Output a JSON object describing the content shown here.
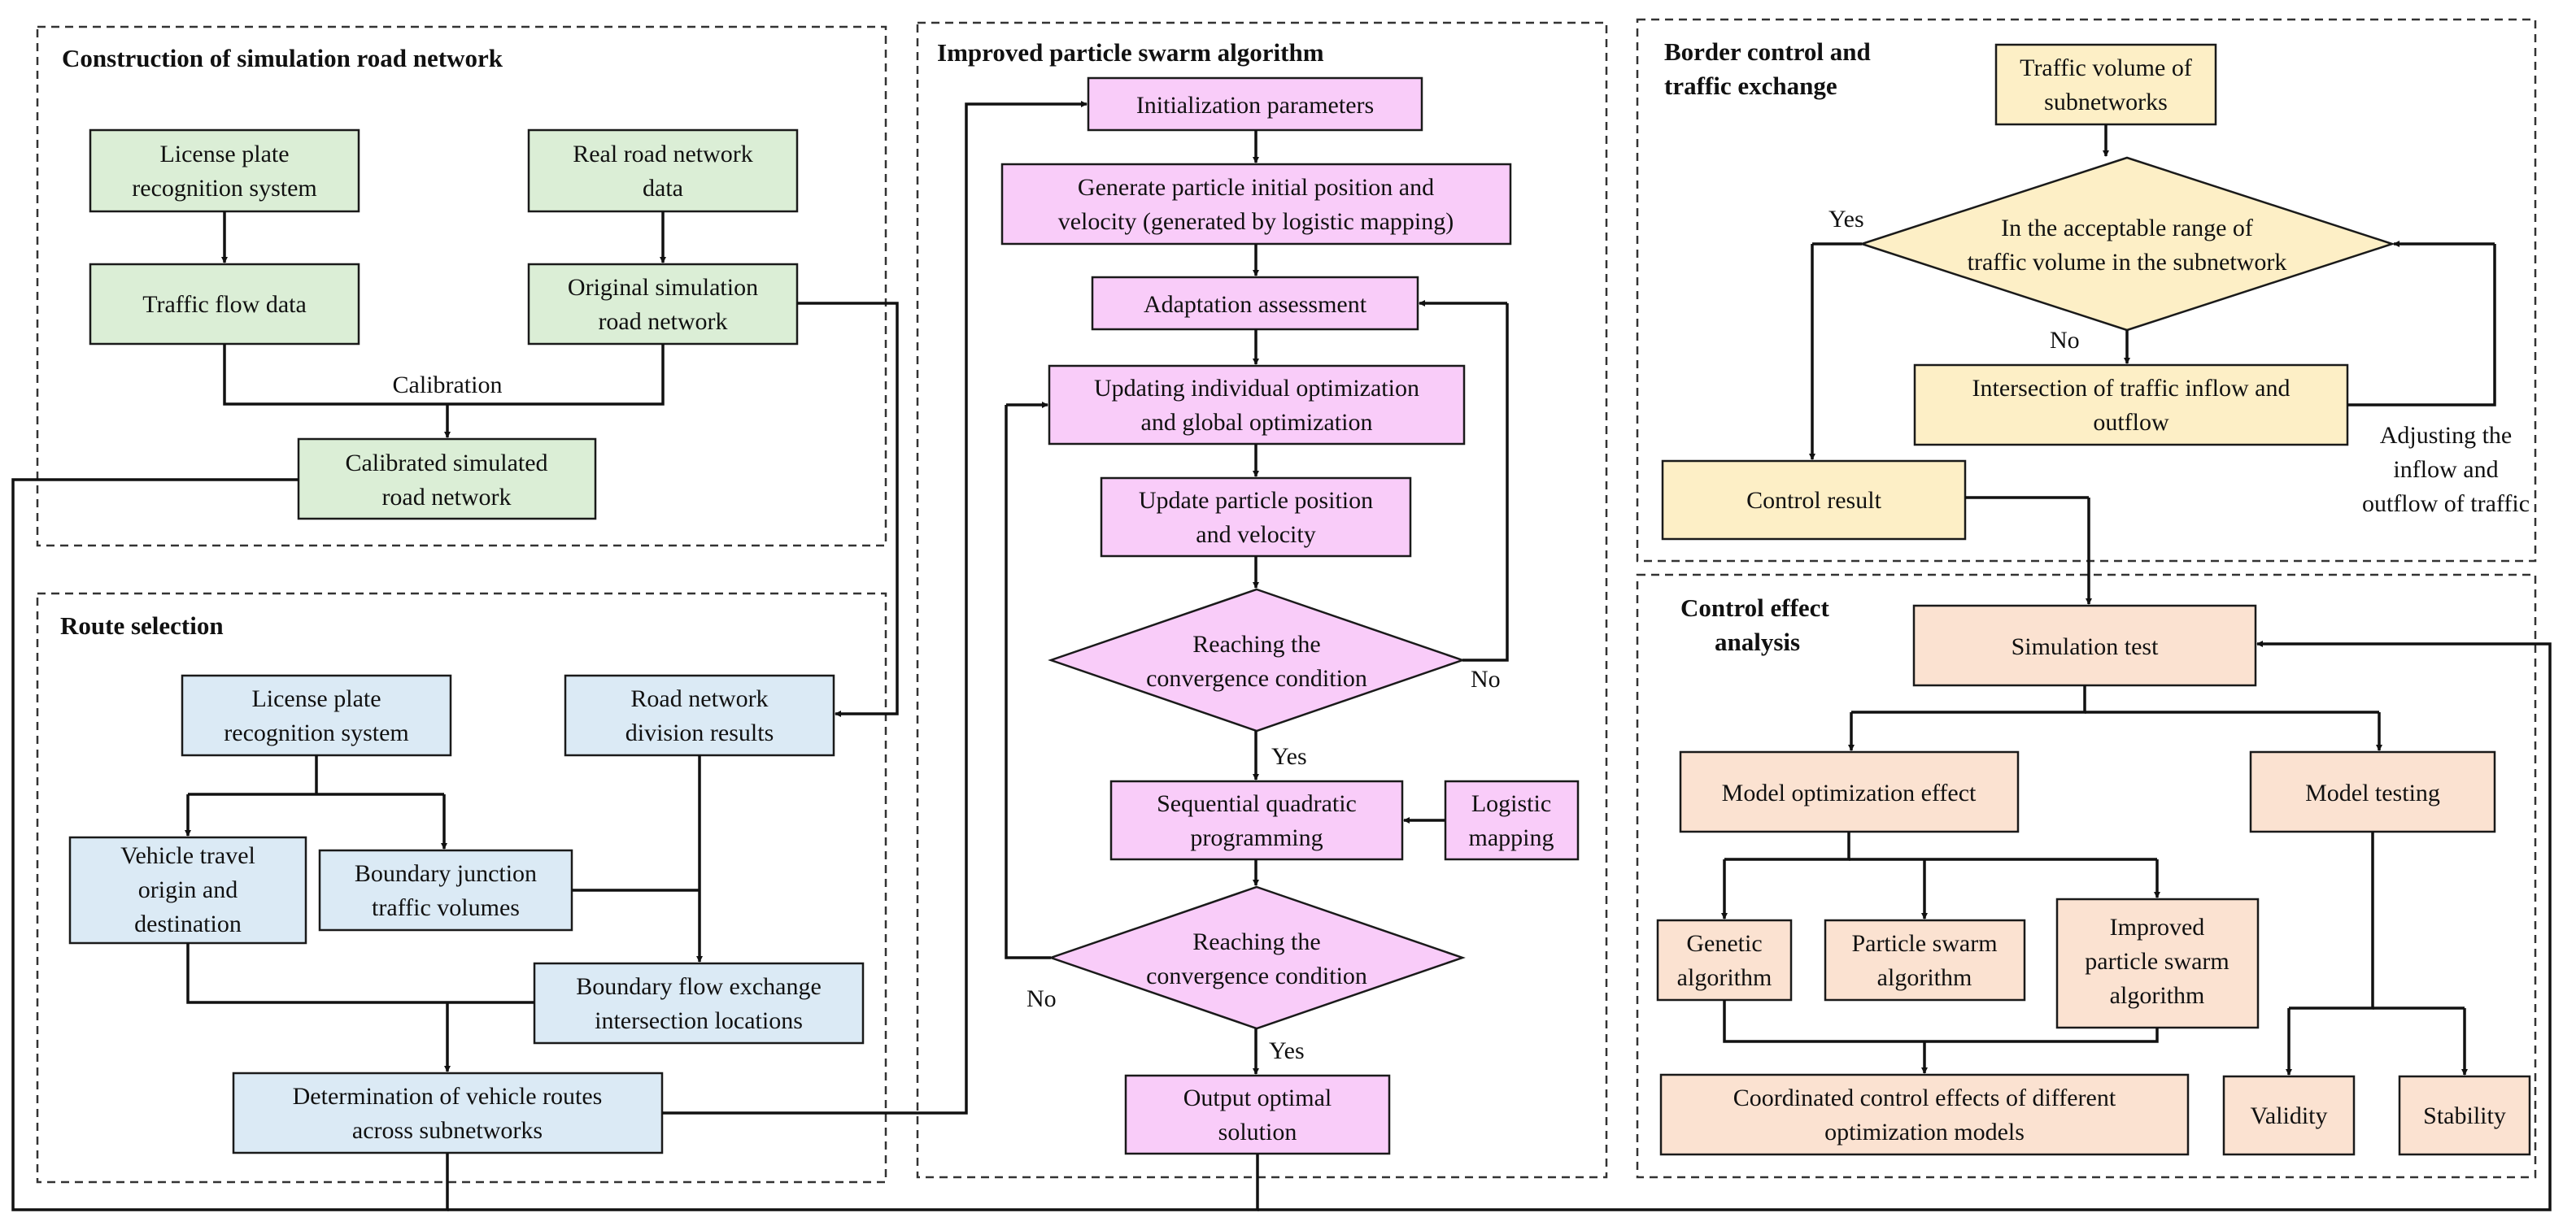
{
  "panels": {
    "construction": "Construction of simulation road network",
    "route": "Route selection",
    "pso": "Improved particle swarm algorithm",
    "border": [
      "Border control and",
      "traffic exchange"
    ],
    "effect": [
      "Control effect",
      "analysis"
    ]
  },
  "construction": {
    "lpr": [
      "License plate",
      "recognition system"
    ],
    "real": [
      "Real road network",
      "data"
    ],
    "traffic_flow": [
      "Traffic flow data"
    ],
    "original": [
      "Original simulation",
      "road network"
    ],
    "calibration_label": "Calibration",
    "calibrated": [
      "Calibrated simulated",
      "road network"
    ]
  },
  "route": {
    "lpr": [
      "License plate",
      "recognition system"
    ],
    "division": [
      "Road network",
      "division results"
    ],
    "od": [
      "Vehicle travel",
      "origin and",
      "destination"
    ],
    "junction": [
      "Boundary junction",
      "traffic volumes"
    ],
    "exchange": [
      "Boundary flow exchange",
      "intersection locations"
    ],
    "routes": [
      "Determination of vehicle routes",
      "across subnetworks"
    ]
  },
  "pso": {
    "init": [
      "Initialization parameters"
    ],
    "generate": [
      "Generate particle initial position and",
      "velocity (generated by logistic mapping)"
    ],
    "adapt": [
      "Adaptation assessment"
    ],
    "update_opt": [
      "Updating individual optimization",
      "and global optimization"
    ],
    "update_pos": [
      "Update particle position",
      "and velocity"
    ],
    "conv1": [
      "Reaching the",
      "convergence condition"
    ],
    "sqp": [
      "Sequential quadratic",
      "programming"
    ],
    "logistic": [
      "Logistic",
      "mapping"
    ],
    "conv2": [
      "Reaching the",
      "convergence condition"
    ],
    "output": [
      "Output optimal",
      "solution"
    ],
    "yes1": "Yes",
    "no1": "No",
    "no2": "No",
    "yes2": "Yes"
  },
  "border": {
    "volume": [
      "Traffic volume of",
      "subnetworks"
    ],
    "range": [
      "In the acceptable range of",
      "traffic volume in the subnetwork"
    ],
    "intersection": [
      "Intersection of traffic inflow and",
      "outflow"
    ],
    "control": [
      "Control result"
    ],
    "yes": "Yes",
    "no": "No",
    "adjust": [
      "Adjusting the",
      "inflow and",
      "outflow of traffic"
    ]
  },
  "effect": {
    "sim_test": [
      "Simulation test"
    ],
    "opt_effect": [
      "Model optimization effect"
    ],
    "testing": [
      "Model testing"
    ],
    "genetic": [
      "Genetic",
      "algorithm"
    ],
    "particle": [
      "Particle swarm",
      "algorithm"
    ],
    "improved": [
      "Improved",
      "particle swarm",
      "algorithm"
    ],
    "coordinated": [
      "Coordinated control effects of different",
      "optimization models"
    ],
    "validity": [
      "Validity"
    ],
    "stability": [
      "Stability"
    ]
  },
  "colors": {
    "green": "#dbeed6",
    "blue": "#dbeaf5",
    "pink": "#f9ccf9",
    "yellow": "#fdefc6",
    "orange": "#fbe2d1"
  }
}
